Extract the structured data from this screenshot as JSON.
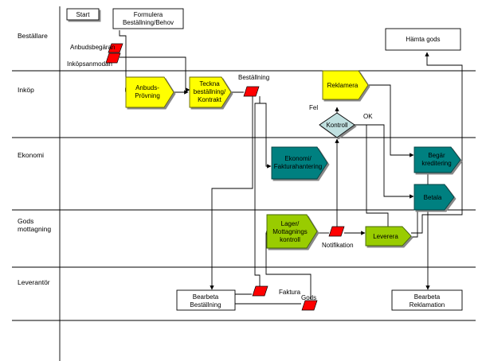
{
  "lanes": [
    {
      "id": "bestallare",
      "label": "Beställare"
    },
    {
      "id": "inkop",
      "label": "Inköp"
    },
    {
      "id": "ekonomi",
      "label": "Ekonomi"
    },
    {
      "id": "gods1",
      "label": "Gods"
    },
    {
      "id": "gods2",
      "label": "mottagning"
    },
    {
      "id": "leverantor",
      "label": "Leverantör"
    }
  ],
  "nodes": {
    "start": "Start",
    "formulera_1": "Formulera",
    "formulera_2": "Beställning/Behov",
    "hamta": "Hämta gods",
    "anbud_1": "Anbuds-",
    "anbud_2": "Prövning",
    "teckna_1": "Teckna",
    "teckna_2": "beställning/",
    "teckna_3": "Kontrakt",
    "reklamera": "Reklamera",
    "kontroll": "Kontroll",
    "ekonomi_1": "Ekonomi/",
    "ekonomi_2": "Fakturahantering",
    "begar_1": "Begär",
    "begar_2": "kreditering",
    "betala": "Betala",
    "lager_1": "Lager/",
    "lager_2": "Mottagnings",
    "lager_3": "kontroll",
    "leverera": "Leverera",
    "bearbeta_best_1": "Bearbeta",
    "bearbeta_best_2": "Beställning",
    "bearbeta_rekl_1": "Bearbeta",
    "bearbeta_rekl_2": "Reklamation"
  },
  "labels": {
    "anbudsbegaran": "Anbudsbegäran",
    "inkopsanmodan": "Inköpsanmodan",
    "bestallning": "Beställning",
    "fel": "Fel",
    "ok": "OK",
    "notifikation": "Notifikation",
    "faktura": "Faktura",
    "gods": "Gods"
  },
  "colors": {
    "yellow": "#ffff00",
    "teal": "#008080",
    "green": "#99cc00",
    "diamond": "#c0e0e0",
    "document": "#ff0000"
  }
}
